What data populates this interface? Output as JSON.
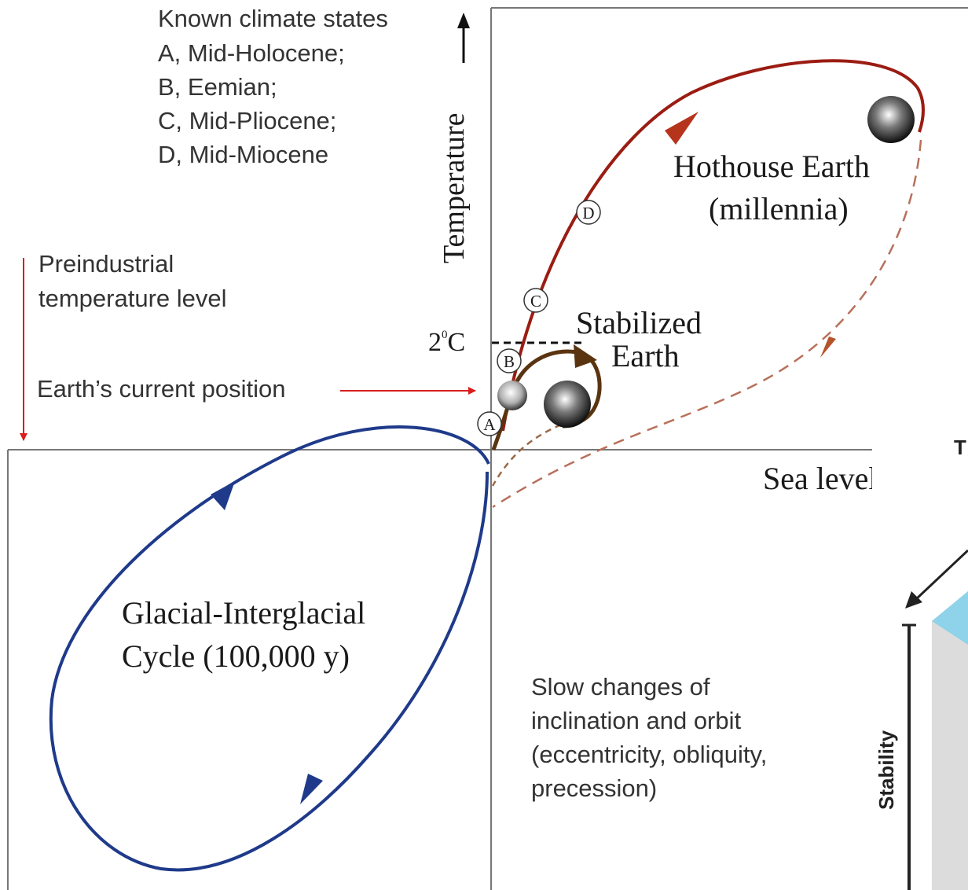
{
  "legend": {
    "title": "Known climate states",
    "items": [
      "A, Mid-Holocene;",
      "B, Eemian;",
      "C, Mid-Pliocene;",
      "D, Mid-Miocene"
    ]
  },
  "axes": {
    "y_label": "Temperature",
    "x_label": "Sea level",
    "threshold_label": "2",
    "threshold_superscript": "0",
    "threshold_unit": "C"
  },
  "annotations": {
    "preindustrial": [
      "Preindustrial",
      "temperature level"
    ],
    "current_position": "Earth’s current position",
    "orbital": [
      "Slow changes of",
      "inclination and orbit",
      "(eccentricity, obliquity,",
      "precession)"
    ]
  },
  "regions": {
    "hothouse": [
      "Hothouse Earth",
      "(millennia)"
    ],
    "stabilized": [
      "Stabilized",
      "Earth"
    ],
    "glacial": [
      "Glacial-Interglacial",
      "Cycle  (100,000 y)"
    ]
  },
  "markers": [
    "A",
    "B",
    "C",
    "D"
  ],
  "inset": {
    "letter": "T",
    "stability_label": "Stability"
  },
  "colors": {
    "hothouse": "#9b1c12",
    "stabilized": "#5a3410",
    "glacial": "#1f3a8a",
    "pointer": "#d81e1e",
    "axis": "#777777",
    "inset_top": "#8fd3ea",
    "inset_side": "#dcdcdc"
  }
}
